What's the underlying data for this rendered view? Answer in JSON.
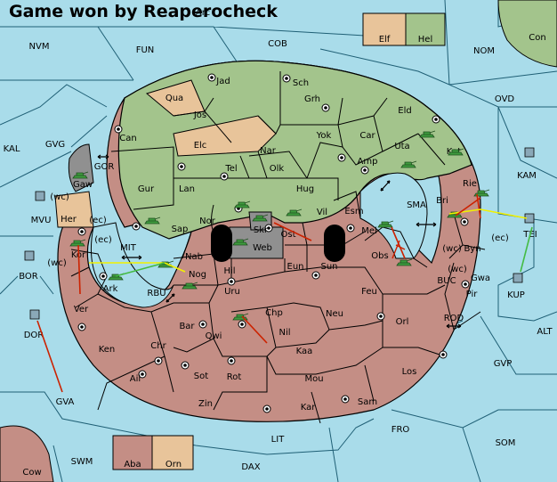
{
  "title": "Game won by Reaperocheck",
  "colors": {
    "sea": "#a9dcea",
    "green": "#a3c48c",
    "tan": "#e8c49a",
    "rose": "#c48e85",
    "gray": "#909090",
    "army": "#3e9b3e",
    "arrow_red": "#cc2200",
    "arrow_yellow": "#f2f200",
    "arrow_green": "#44bb44"
  },
  "legend": {
    "top": [
      "Elf",
      "Hel"
    ],
    "bottom": [
      "Aba",
      "Orn"
    ]
  },
  "sea_labels": [
    "NVM",
    "FUN",
    "COB",
    "NOM",
    "Con",
    "OVD",
    "KAL",
    "GVG",
    "GOR",
    "KAM",
    "MVU",
    "SMA",
    "MIT",
    "BOR",
    "RBU",
    "BUC",
    "KUP",
    "TEI",
    "DOR",
    "ROD",
    "ALT",
    "GVP",
    "GVA",
    "FRO",
    "LIT",
    "SOM",
    "SWM",
    "DAX",
    "Cow",
    "Arc"
  ],
  "provinces": [
    "Jad",
    "Sch",
    "Qua",
    "Jos",
    "Grh",
    "Eld",
    "Can",
    "Elc",
    "Nar",
    "Yok",
    "Car",
    "Uta",
    "Kat",
    "Tel",
    "Olk",
    "Amp",
    "Gaw",
    "Gur",
    "Lan",
    "Hug",
    "Rie",
    "Bri",
    "Esm",
    "Sap",
    "Nor",
    "Skr",
    "Vil",
    "Her",
    "Ost",
    "Mel",
    "Web",
    "Byn",
    "Kor",
    "Nab",
    "Eun",
    "Sun",
    "Obs",
    "Hil",
    "Nog",
    "Ark",
    "Uru",
    "Feu",
    "Gwa",
    "Pir",
    "Ver",
    "Chp",
    "Neu",
    "Orl",
    "Bar",
    "Qwi",
    "Nil",
    "Ken",
    "Chr",
    "Kaa",
    "Ail",
    "Sot",
    "Rot",
    "Mou",
    "Los",
    "Zin",
    "Kar",
    "Sam"
  ],
  "coast_tags": [
    "(wc)",
    "(ec)",
    "(ec)",
    "(wc)",
    "(wc)",
    "(ec)",
    "(wc)"
  ]
}
